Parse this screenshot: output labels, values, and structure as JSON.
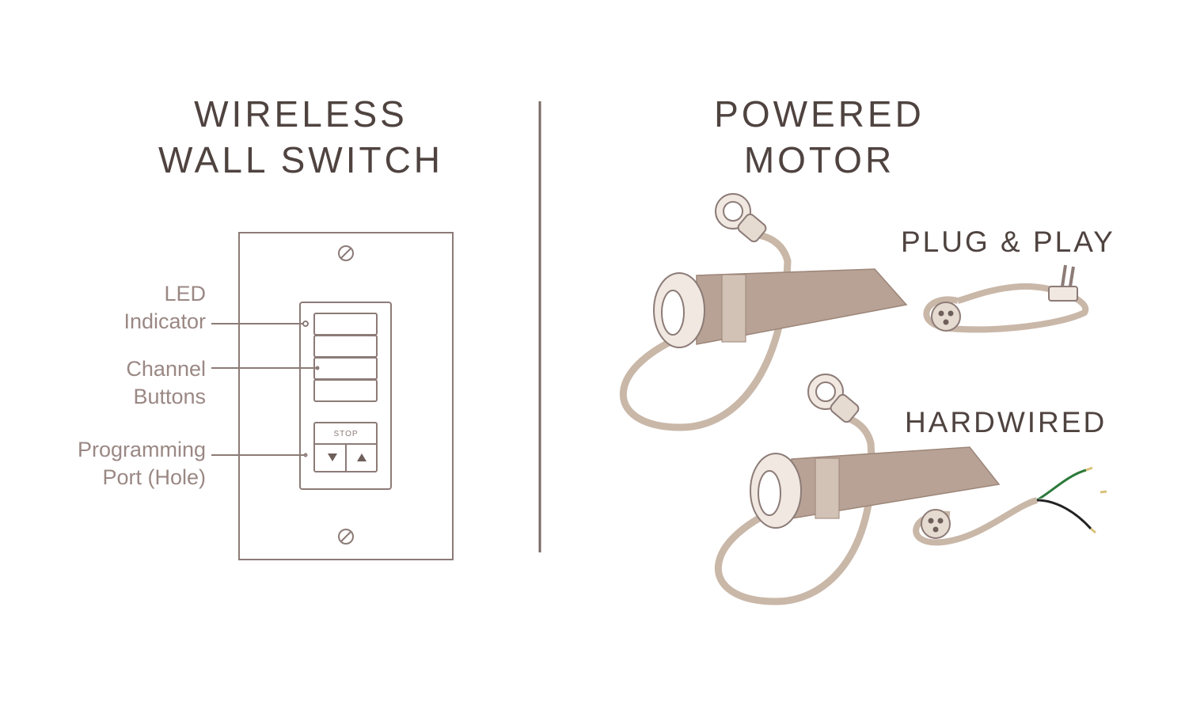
{
  "wall_switch": {
    "title_line1": "WIRELESS",
    "title_line2": "WALL SWITCH",
    "labels": {
      "led_line1": "LED",
      "led_line2": "Indicator",
      "channel_line1": "Channel",
      "channel_line2": "Buttons",
      "program_line1": "Programming",
      "program_line2": "Port (Hole)"
    },
    "stop_label": "STOP"
  },
  "motor": {
    "title_line1": "POWERED",
    "title_line2": "MOTOR",
    "plug_play_label": "PLUG & PLAY",
    "hardwired_label": "HARDWIRED"
  },
  "colors": {
    "title": "#4f4340",
    "label": "#9a8884",
    "line": "#8c7b77",
    "motor_body": "#b8a295",
    "cable": "#c9b7a8"
  }
}
